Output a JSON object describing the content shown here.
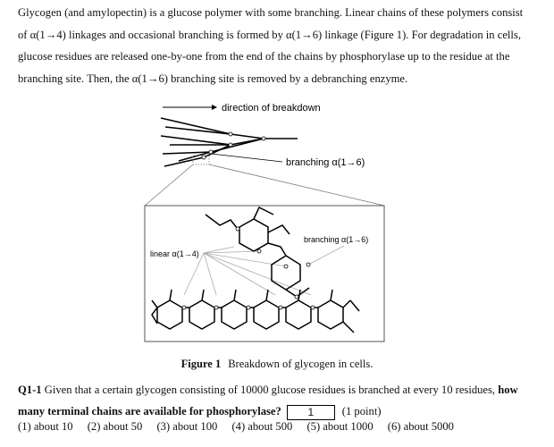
{
  "intro": {
    "line1": "Glycogen (and amylopectin) is a glucose polymer with some branching. Linear chains of these polymers consist",
    "line2": "of α(1→4) linkages and occasional branching is formed by α(1→6) linkage (Figure 1). For degradation in cells,",
    "line3": "glucose residues are released one-by-one from the end of the chains by phosphorylase up to the residue at the",
    "line4": "branching site. Then, the α(1→6) branching site is removed by a debranching enzyme."
  },
  "figure": {
    "label_direction": "direction of breakdown",
    "label_branching_top": "branching α(1→6)",
    "label_branching_inset": "branching α(1→6)",
    "label_linear": "linear α(1→4)",
    "caption_number": "Figure 1",
    "caption_text": "Breakdown of glycogen in cells."
  },
  "question": {
    "id": "Q1-1",
    "text_before": "Given that a certain glycogen consisting of 10000 glucose residues is branched at every 10 residues,",
    "text_bold_1": "how",
    "text_bold_2": "many terminal chains are available for phosphorylase?",
    "answer": "1",
    "points": "(1 point)"
  },
  "options": [
    "(1) about 10",
    "(2) about 50",
    "(3) about 100",
    "(4) about 500",
    "(5) about 1000",
    "(6) about 5000"
  ]
}
